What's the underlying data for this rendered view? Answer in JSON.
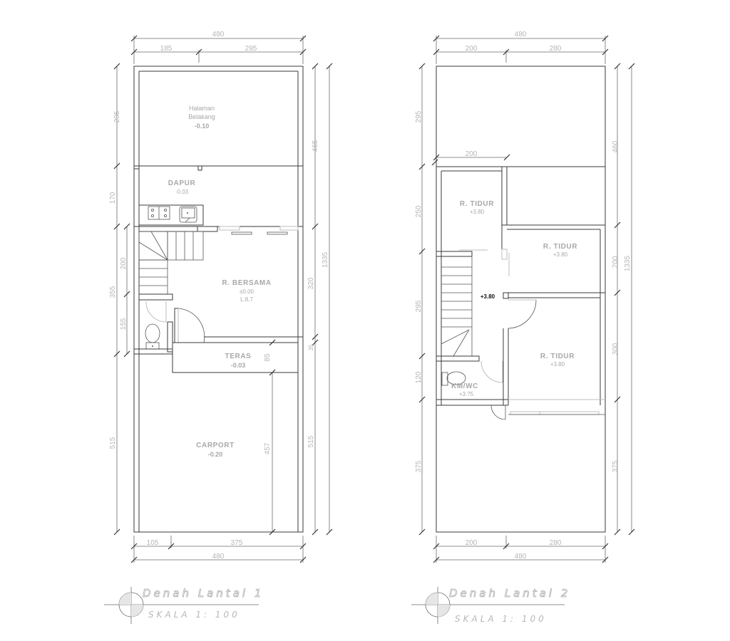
{
  "floor1": {
    "title": "Denah Lantai 1",
    "scale": "SKALA 1: 100",
    "dims": {
      "top_total": "480",
      "top_left": "185",
      "top_right": "295",
      "bottom_total": "480",
      "bottom_left": "105",
      "bottom_right": "375",
      "left_1": "295",
      "left_2": "170",
      "left_3": "355",
      "left_3a": "200",
      "left_3b": "155",
      "left_4": "515",
      "right_1": "465",
      "right_2": "320",
      "right_3": "35",
      "right_4": "515",
      "right_total": "1335",
      "teras_depth": "85",
      "carport_depth": "457"
    },
    "rooms": {
      "halaman": {
        "name1": "Halaman",
        "name2": "Belakang",
        "level": "-0.10"
      },
      "dapur": {
        "name": "DAPUR",
        "level": "-0.03"
      },
      "bersama": {
        "name": "R. BERSAMA",
        "level": "±0.00",
        "area": "L:8,7"
      },
      "teras": {
        "name": "TERAS",
        "level": "-0.03"
      },
      "carport": {
        "name": "CARPORT",
        "level": "-0.20"
      }
    }
  },
  "floor2": {
    "title": "Denah Lantai 2",
    "scale": "SKALA 1: 100",
    "dims": {
      "top_total": "480",
      "top_left": "200",
      "top_right": "280",
      "inner_top": "200",
      "bottom_total": "480",
      "bottom_left": "200",
      "bottom_right": "280",
      "left_1": "295",
      "left_2": "250",
      "left_3": "295",
      "left_4": "120",
      "left_5": "375",
      "right_1": "460",
      "right_2": "200",
      "right_3": "300",
      "right_4": "375",
      "right_total": "1335"
    },
    "rooms": {
      "tidur1": {
        "name": "R. TIDUR",
        "level": "+3.80"
      },
      "tidur2": {
        "name": "R. TIDUR",
        "level": "+3.80"
      },
      "tidur3": {
        "name": "R. TIDUR",
        "level": "+3.80"
      },
      "hall": {
        "level": "+3.80"
      },
      "kmwc": {
        "name": "KM/WC",
        "level": "+3.75"
      }
    }
  }
}
